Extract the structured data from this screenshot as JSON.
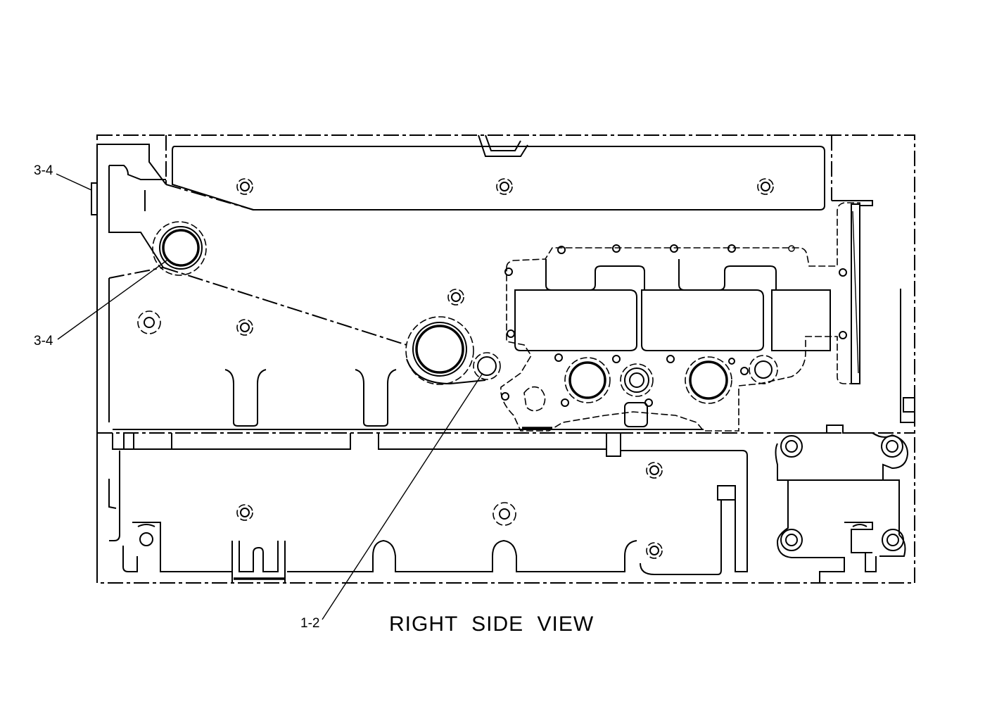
{
  "title": "RIGHT SIDE VIEW",
  "callouts": [
    {
      "id": "callout-top-left",
      "label": "3-4"
    },
    {
      "id": "callout-mid-left",
      "label": "3-4"
    },
    {
      "id": "callout-bottom",
      "label": "1-2"
    }
  ]
}
